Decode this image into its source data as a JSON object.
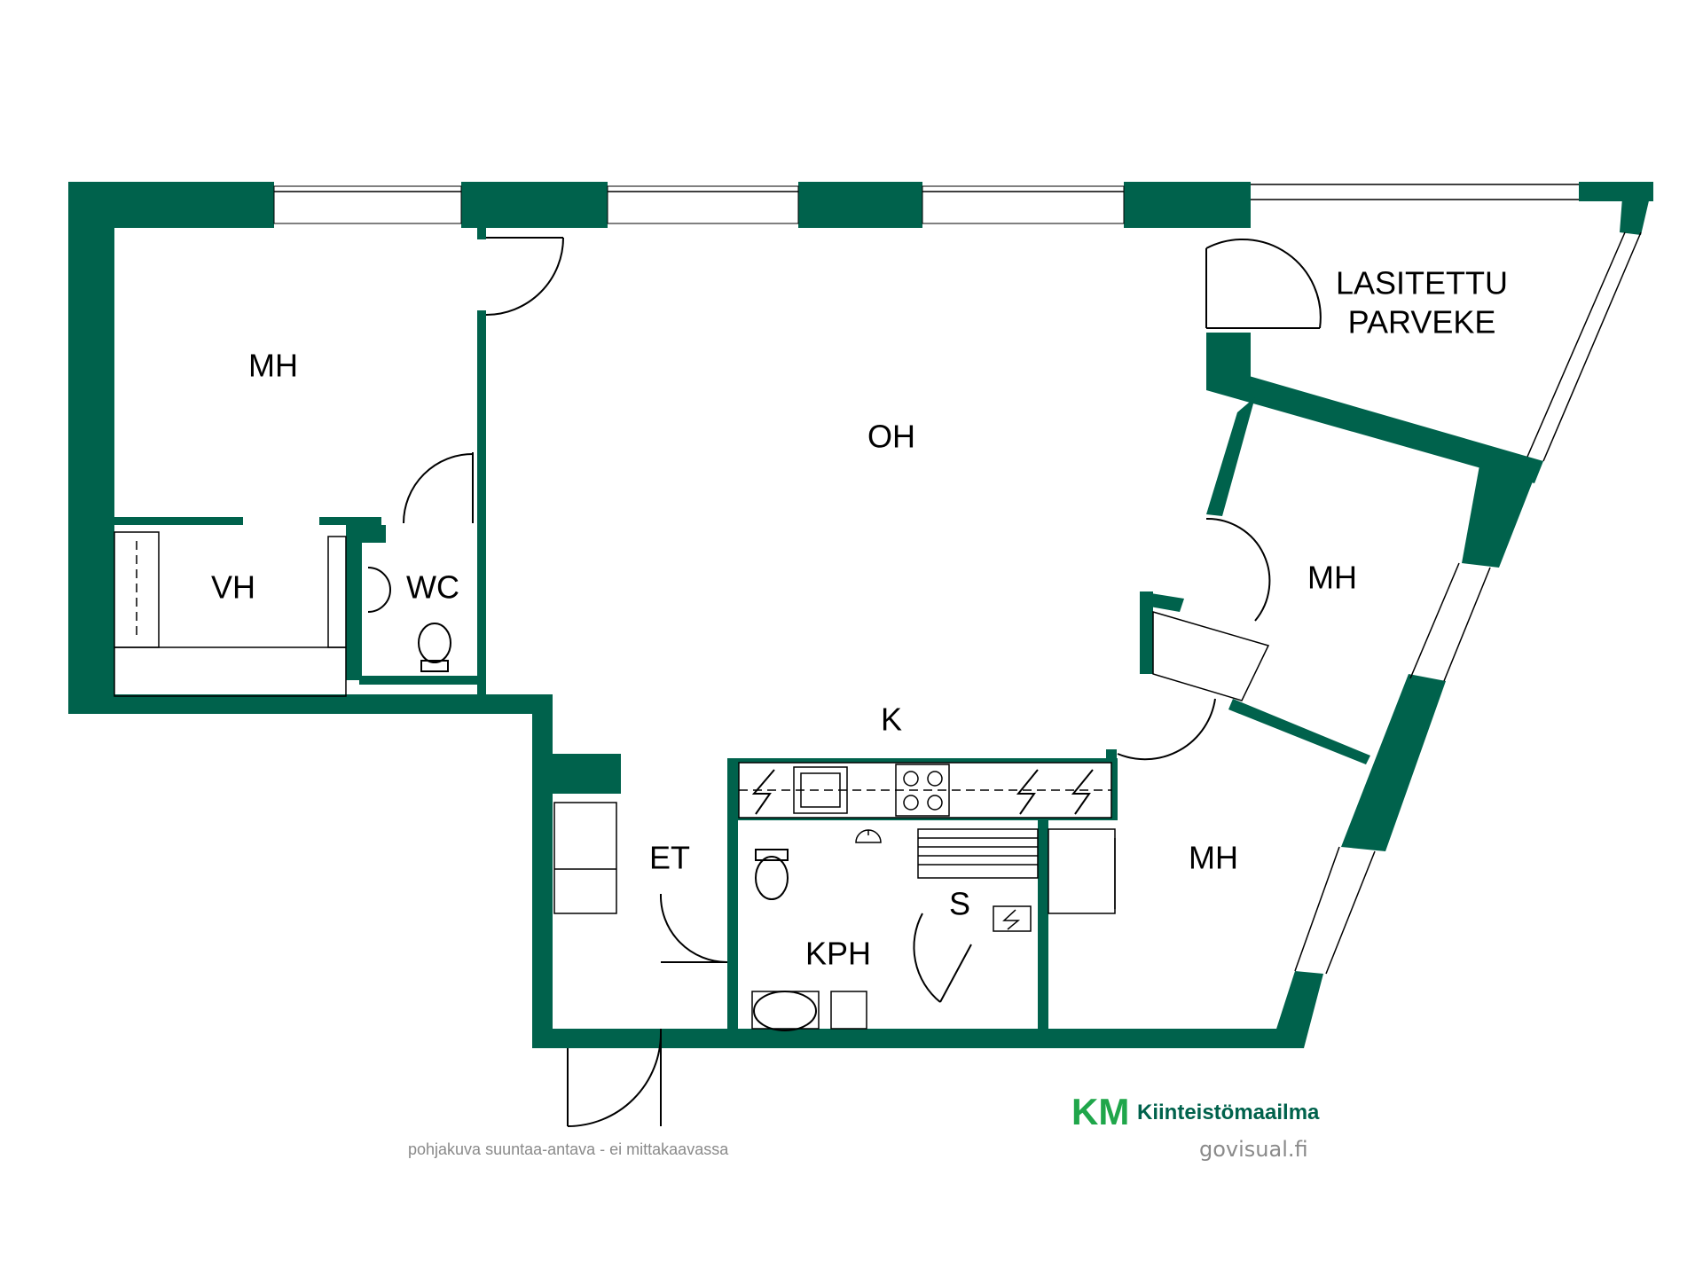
{
  "colors": {
    "wall": "#00624c",
    "brand_green": "#1fa64a",
    "brand_text": "#00624c",
    "footnote": "#8a8a8a"
  },
  "rooms": {
    "mh_left": "MH",
    "vh": "VH",
    "wc": "WC",
    "oh": "OH",
    "k": "K",
    "mh_right_top": "MH",
    "mh_right_bottom": "MH",
    "et": "ET",
    "kph": "KPH",
    "s": "S",
    "balcony_line1": "LASITETTU",
    "balcony_line2": "PARVEKE"
  },
  "footer": {
    "disclaimer": "pohjakuva suuntaa-antava - ei mittakaavassa",
    "brand_mark": "KM",
    "brand_name": "Kiinteistömaailma",
    "site": "govisual.fi"
  },
  "icons": [
    "appliance-bolt-icon",
    "sink-icon",
    "stove-icon",
    "toilet-icon",
    "shower-icon",
    "sauna-heater-icon"
  ]
}
